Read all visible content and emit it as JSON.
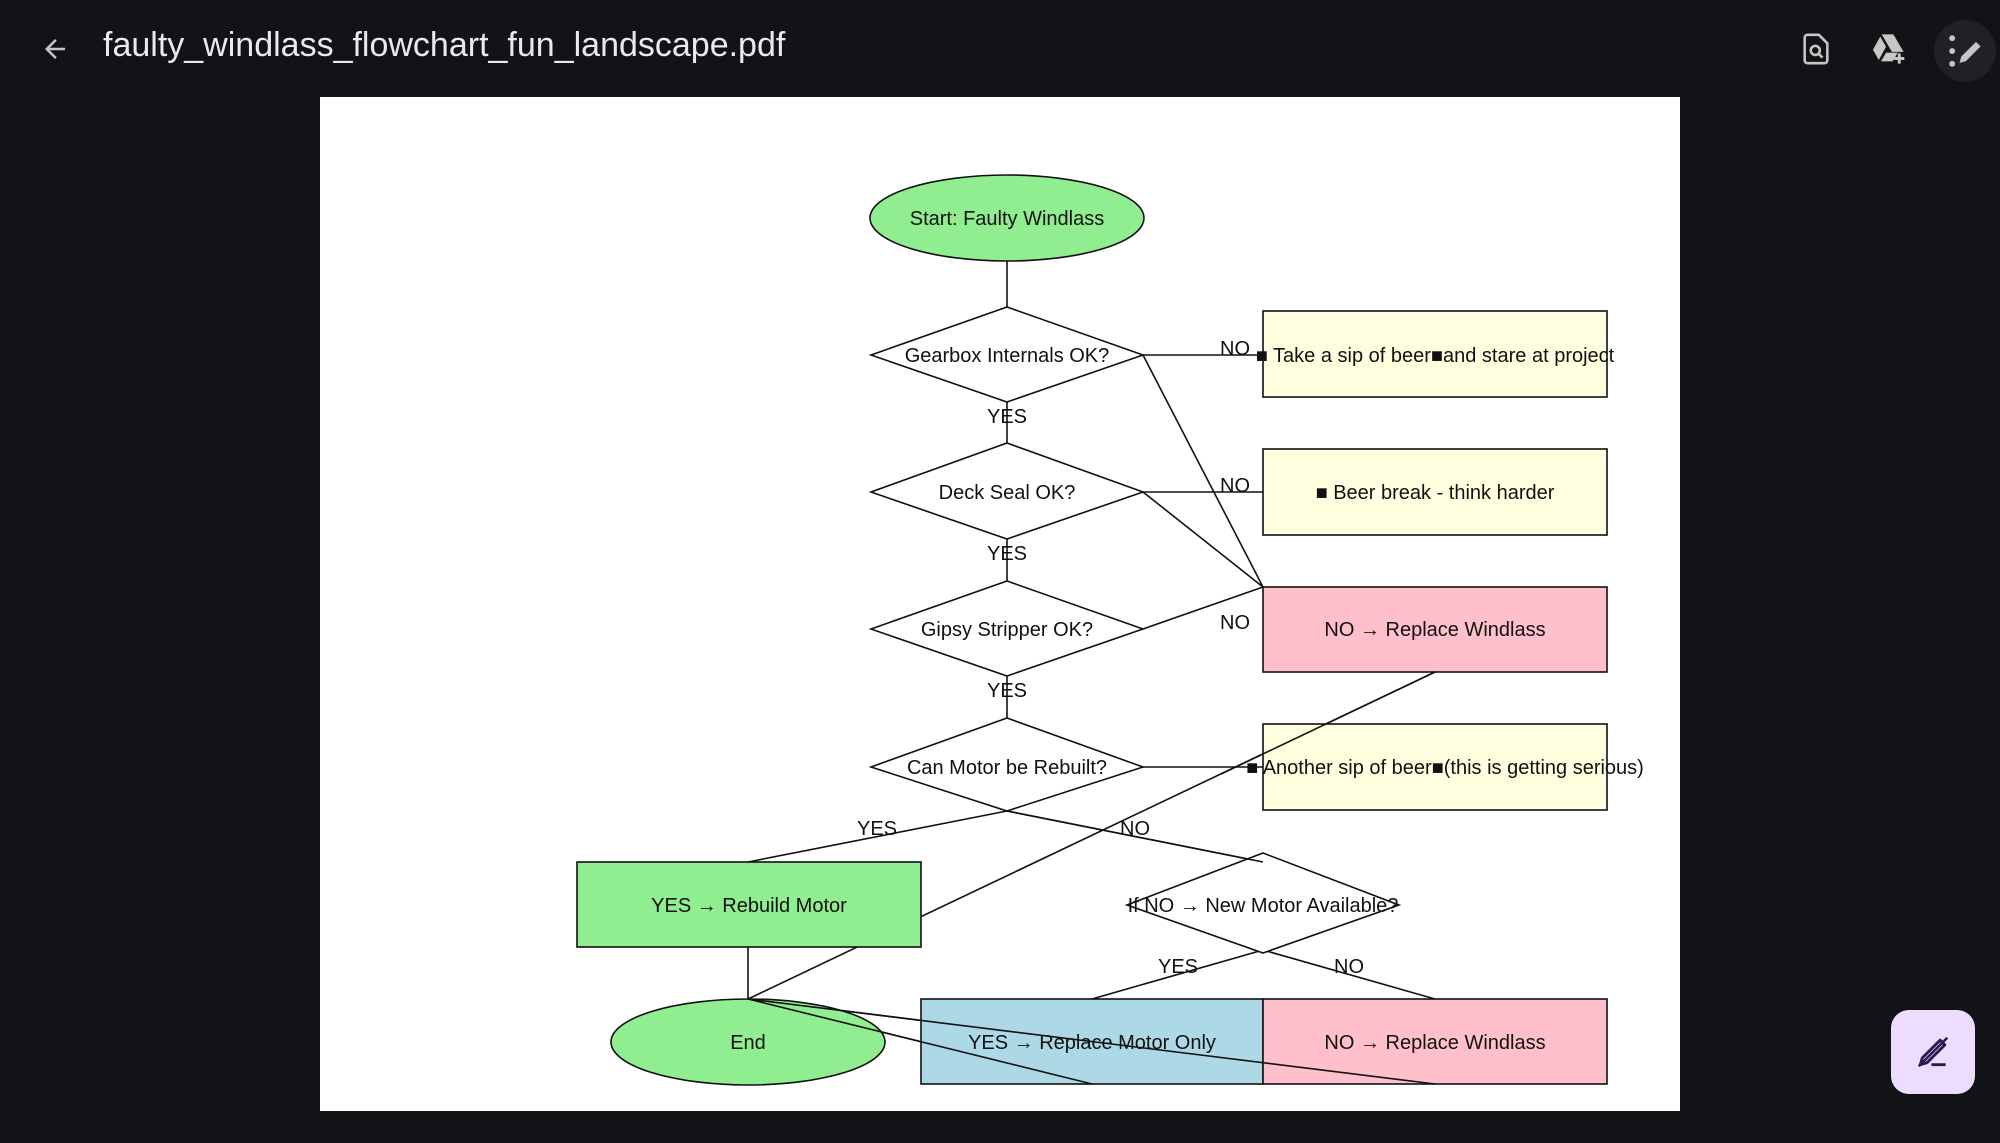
{
  "header": {
    "title": "faulty_windlass_flowchart_fun_landscape.pdf"
  },
  "icons": {
    "back": "arrow-left-icon",
    "search_doc": "find-in-document-icon",
    "drive_add": "add-to-drive-icon",
    "more": "more-vert-icon",
    "annotate": "annotate-pen-icon"
  },
  "colors": {
    "background": "#121317",
    "green": "#90ee90",
    "yellow": "#ffffe0",
    "pink": "#ffc0cb",
    "blue": "#add8e6",
    "fab": "#ecdcff"
  },
  "flowchart": {
    "nodes": {
      "start": "Start: Faulty Windlass",
      "gearbox": "Gearbox Internals OK?",
      "beer1": "■ Take a sip of beer■and stare at project",
      "deck": "Deck Seal OK?",
      "beer2": "■ Beer break - think harder",
      "gipsy": "Gipsy Stripper OK?",
      "replace1": "NO → Replace Windlass",
      "rebuild_q": "Can Motor be Rebuilt?",
      "beer3": "■ Another sip of beer■(this is getting serious)",
      "rebuild": "YES → Rebuild Motor",
      "new_motor_q": "If NO → New Motor Available?",
      "end": "End",
      "replace_motor": "YES → Replace Motor Only",
      "replace2": "NO → Replace Windlass"
    },
    "edge_labels": {
      "gearbox_no": "NO",
      "gearbox_yes": "YES",
      "deck_no": "NO",
      "deck_yes": "YES",
      "gipsy_no": "NO",
      "gipsy_yes": "YES",
      "rebuild_yes": "YES",
      "rebuild_no": "NO",
      "new_motor_yes": "YES",
      "new_motor_no": "NO"
    }
  }
}
